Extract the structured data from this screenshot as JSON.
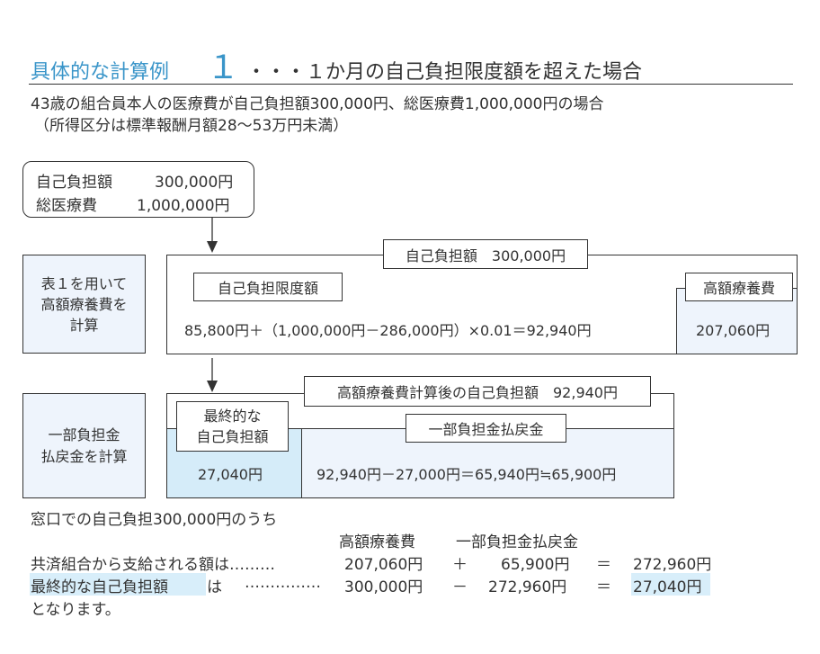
{
  "heading": {
    "label": "具体的な計算例",
    "number": "１",
    "rest": "・・・１か月の自己負担限度額を超えた場合"
  },
  "intro": {
    "line1": "43歳の組合員本人の医療費が自己負担額300,000円、総医療費1,000,000円の場合",
    "line2": "（所得区分は標準報酬月額28～53万円未満）"
  },
  "start": {
    "row1_label": "自己負担額",
    "row1_value": "300,000円",
    "row2_label": "総医療費",
    "row2_value": "1,000,000円"
  },
  "step1": {
    "side_line1": "表１を用いて",
    "side_line2": "高額療養費を",
    "side_line3": "計算",
    "top_label": "自己負担額　300,000円",
    "limit_label": "自己負担限度額",
    "benefit_label": "高額療養費",
    "formula": "85,800円＋（1,000,000円－286,000円）×0.01＝92,940円",
    "benefit_value": "207,060円"
  },
  "step2": {
    "side_line1": "一部負担金",
    "side_line2": "払戻金を計算",
    "top_label": "高額療養費計算後の自己負担額　92,940円",
    "final_line1": "最終的な",
    "final_line2": "自己負担額",
    "refund_label": "一部負担金払戻金",
    "final_value": "27,040円",
    "formula": "92,940円－27,000円＝65,940円≒65,900円"
  },
  "summary": {
    "intro": "窓口での自己負担300,000円のうち",
    "col1": "高額療養費",
    "col2": "一部負担金払戻金",
    "row1_label": "共済組合から支給される額は………",
    "row1_a": "207,060円",
    "row1_op": "＋",
    "row1_b": "65,900円",
    "row1_eq": "＝",
    "row1_result": "272,960円",
    "row2_label": "最終的な自己負担額",
    "row2_ha": "は",
    "row2_dots": "……………",
    "row2_a": "300,000円",
    "row2_op": "－",
    "row2_b": "272,960円",
    "row2_eq": "＝",
    "row2_result": "27,040円",
    "closing": "となります。"
  },
  "colors": {
    "heading_accent": "#3a95c9",
    "pale_fill": "#eef4fc",
    "light_blue": "#d5ecf9",
    "highlight": "#d8eefa",
    "text": "#333333"
  }
}
